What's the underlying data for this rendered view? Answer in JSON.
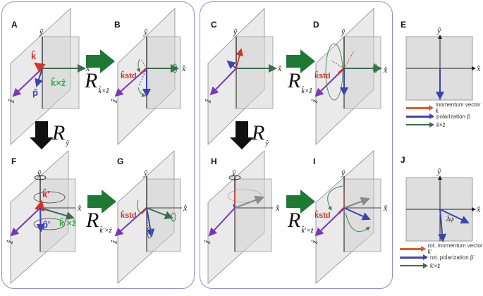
{
  "colors": {
    "momentum": "#d2342c",
    "momentum_legend": "#e05a28",
    "polarization": "#3c44b0",
    "kxz": "#3d6b4e",
    "kxz_label": "#3fae48",
    "z_axis": "#7a38b5",
    "big_arrow_green": "#1d7a33",
    "big_arrow_black": "#111111",
    "group_border": "#8f8fc8",
    "plane": "#dcdcdc"
  },
  "axes": {
    "x": "x̂",
    "y": "ŷ",
    "z": "ẑ"
  },
  "panels": {
    "A": {
      "label": "A",
      "k": "k̂",
      "p": "p̂",
      "kxz": "k̂×ẑ"
    },
    "B": {
      "label": "B",
      "kstd": "k̂std"
    },
    "C": {
      "label": "C"
    },
    "D": {
      "label": "D",
      "kstd": "k̂std"
    },
    "E": {
      "label": "E"
    },
    "F": {
      "label": "F",
      "k": "k̂'",
      "p": "p̂'",
      "kxz": "k̂'×ẑ"
    },
    "G": {
      "label": "G",
      "kstd": "k̂std"
    },
    "H": {
      "label": "H"
    },
    "I": {
      "label": "I",
      "kstd": "k̂std"
    },
    "J": {
      "label": "J",
      "angle": "Δψ"
    }
  },
  "transforms": {
    "rot_kz": {
      "R": "R",
      "sub": "k̂×ẑ"
    },
    "rot_kpz": {
      "R": "R",
      "sub": "k̂'×ẑ"
    },
    "rot_y": {
      "R": "R",
      "sub": "ŷ"
    }
  },
  "legend_top": [
    {
      "label": "momentum vector k̂",
      "color": "#e05a28"
    },
    {
      "label": "polarization p̂",
      "color": "#3c44b0"
    },
    {
      "label": "k̂×ẑ",
      "color": "#3d6b4e"
    }
  ],
  "legend_bottom": [
    {
      "label": "rot. momentum vector k̂'",
      "color": "#e05a28"
    },
    {
      "label": "rot. polarization p̂'",
      "color": "#3c44b0"
    },
    {
      "label": "k̂'×ẑ",
      "color": "#3d6b4e"
    }
  ]
}
